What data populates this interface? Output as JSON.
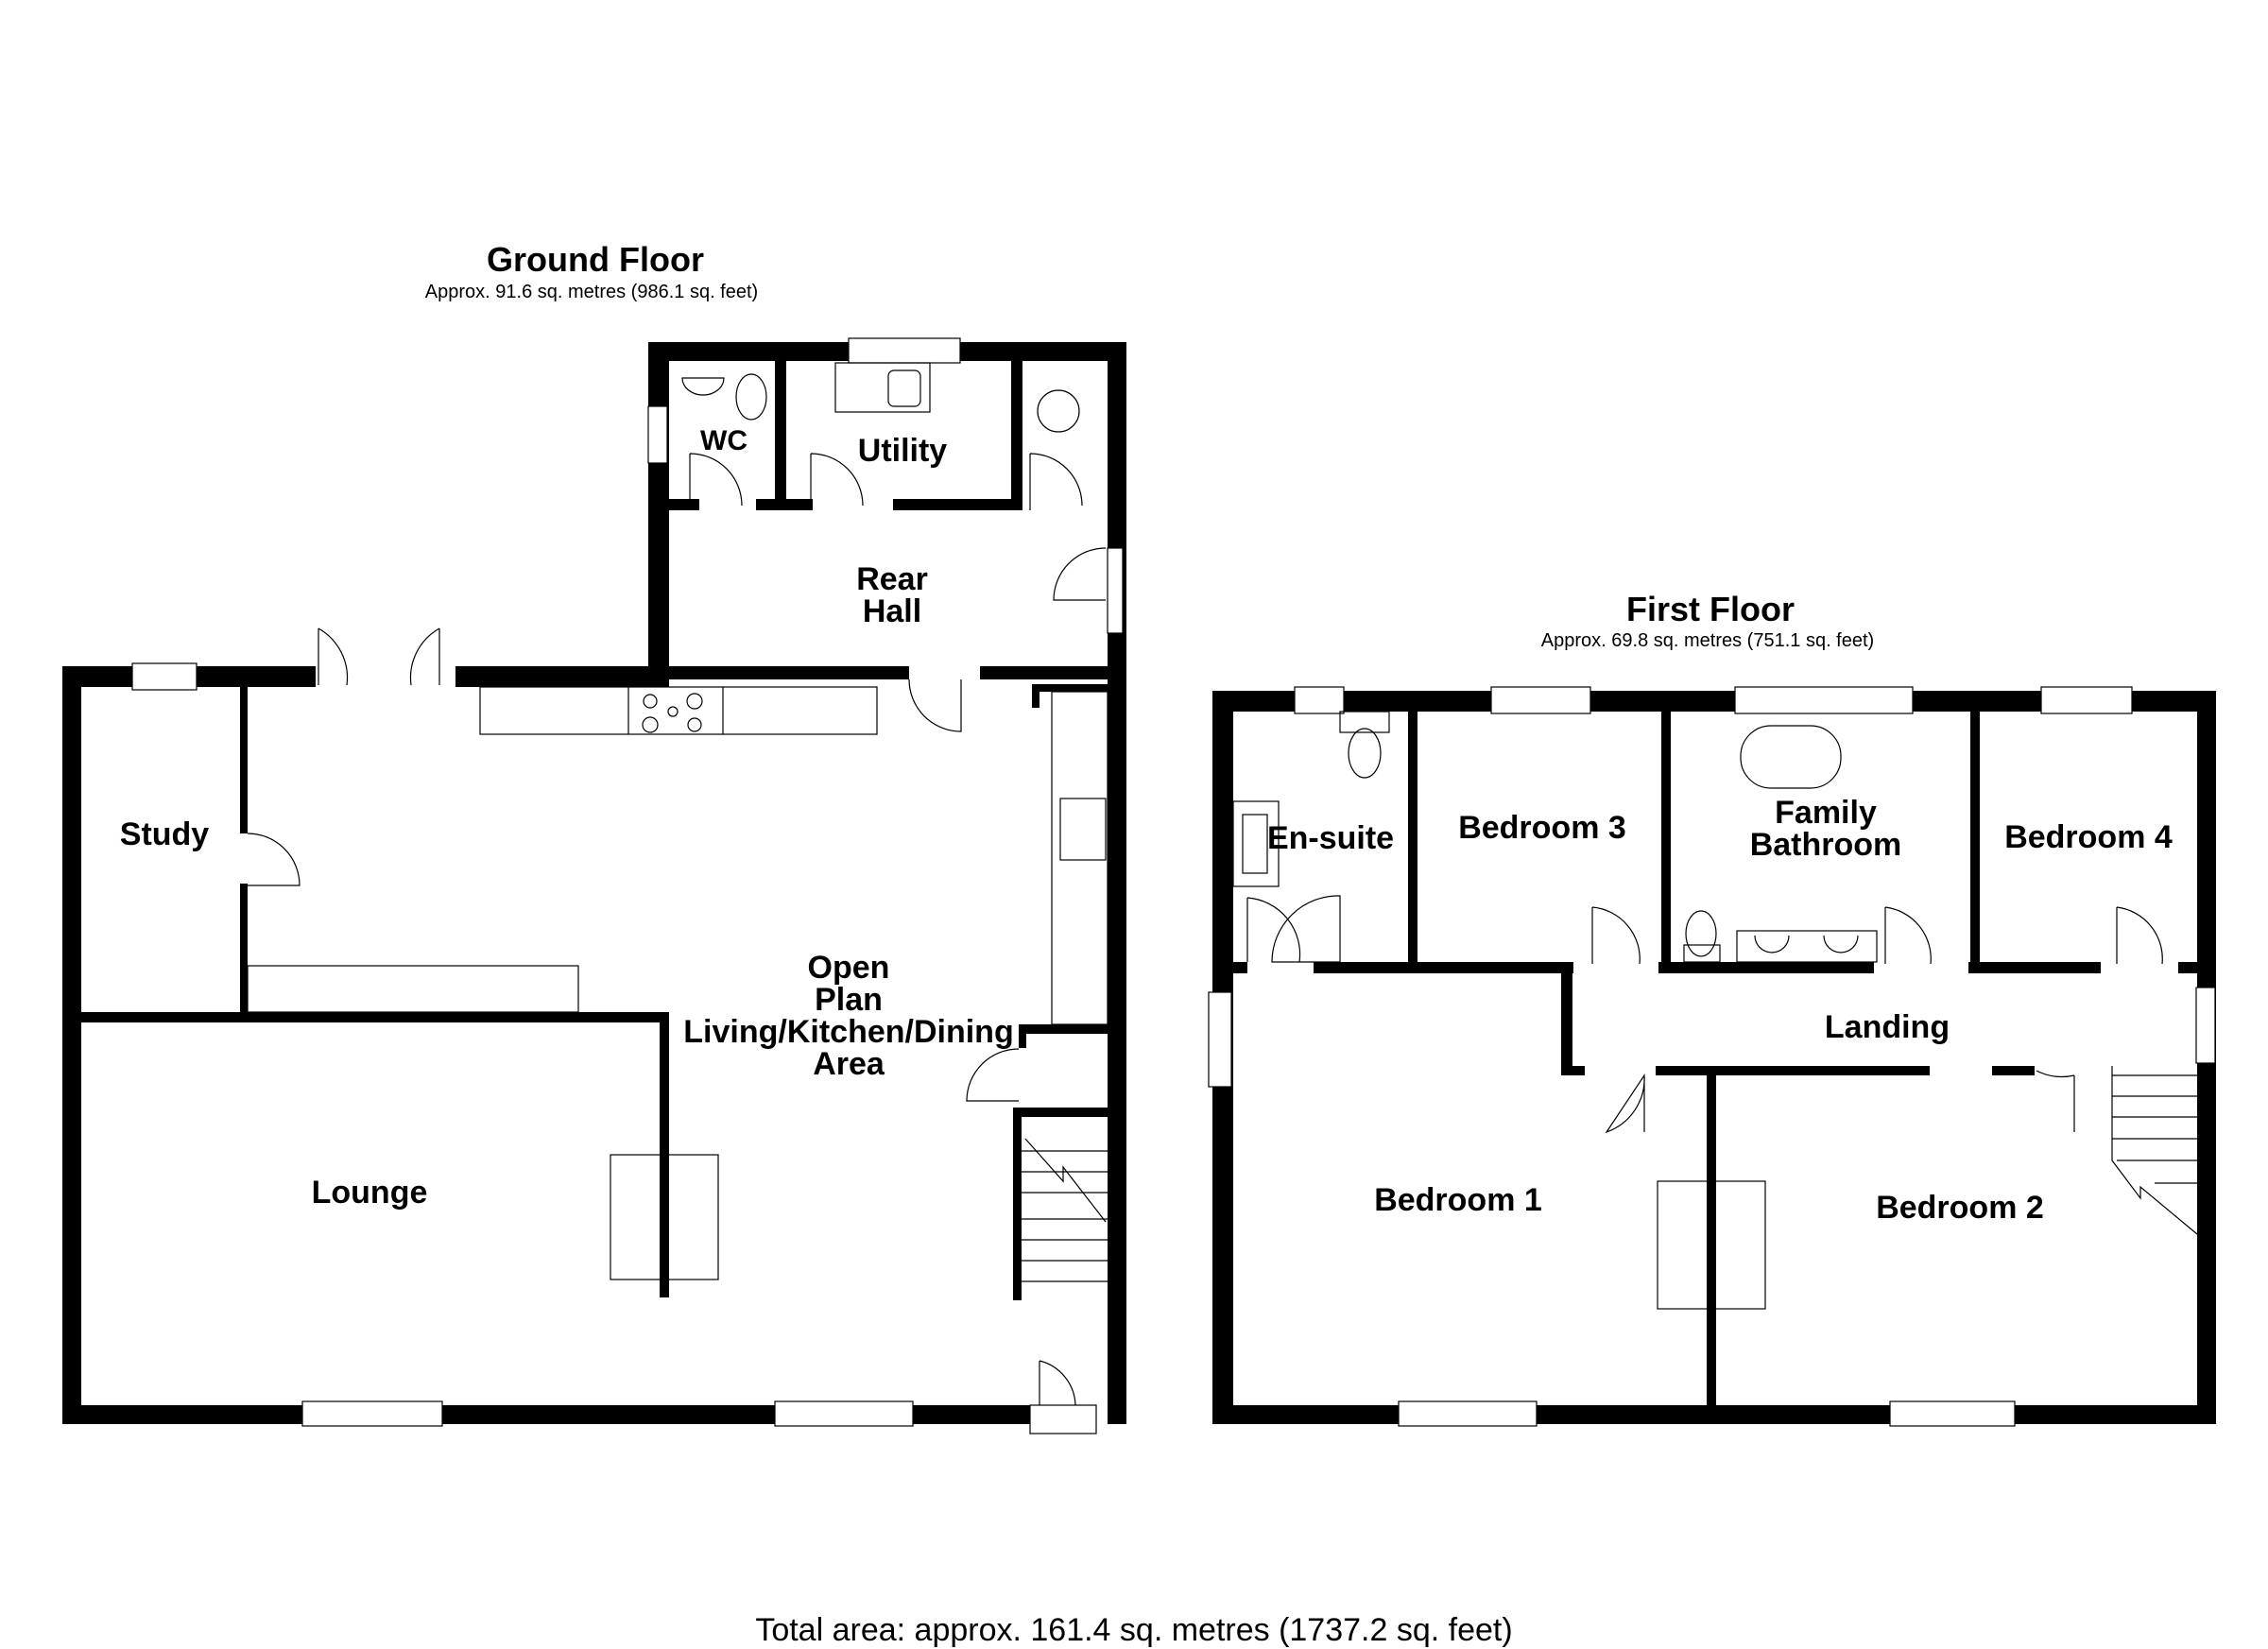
{
  "ground_floor": {
    "title": "Ground Floor",
    "area": "Approx. 91.6 sq. metres (986.1 sq. feet)",
    "rooms": [
      {
        "name": "WC"
      },
      {
        "name": "Utility"
      },
      {
        "name": "Rear\nHall"
      },
      {
        "name": "Study"
      },
      {
        "name": "Open\nPlan\nLiving/Kitchen/Dining\nArea"
      },
      {
        "name": "Lounge"
      }
    ]
  },
  "first_floor": {
    "title": "First Floor",
    "area": "Approx. 69.8 sq. metres (751.1 sq. feet)",
    "rooms": [
      {
        "name": "En-suite"
      },
      {
        "name": "Bedroom 3"
      },
      {
        "name": "Family\nBathroom"
      },
      {
        "name": "Bedroom 4"
      },
      {
        "name": "Landing"
      },
      {
        "name": "Bedroom 1"
      },
      {
        "name": "Bedroom 2"
      }
    ]
  },
  "total_area": "Total area: approx. 161.4 sq. metres (1737.2 sq. feet)",
  "colors": {
    "wall": "#000000",
    "background": "#ffffff",
    "fixture_line": "#555555"
  }
}
